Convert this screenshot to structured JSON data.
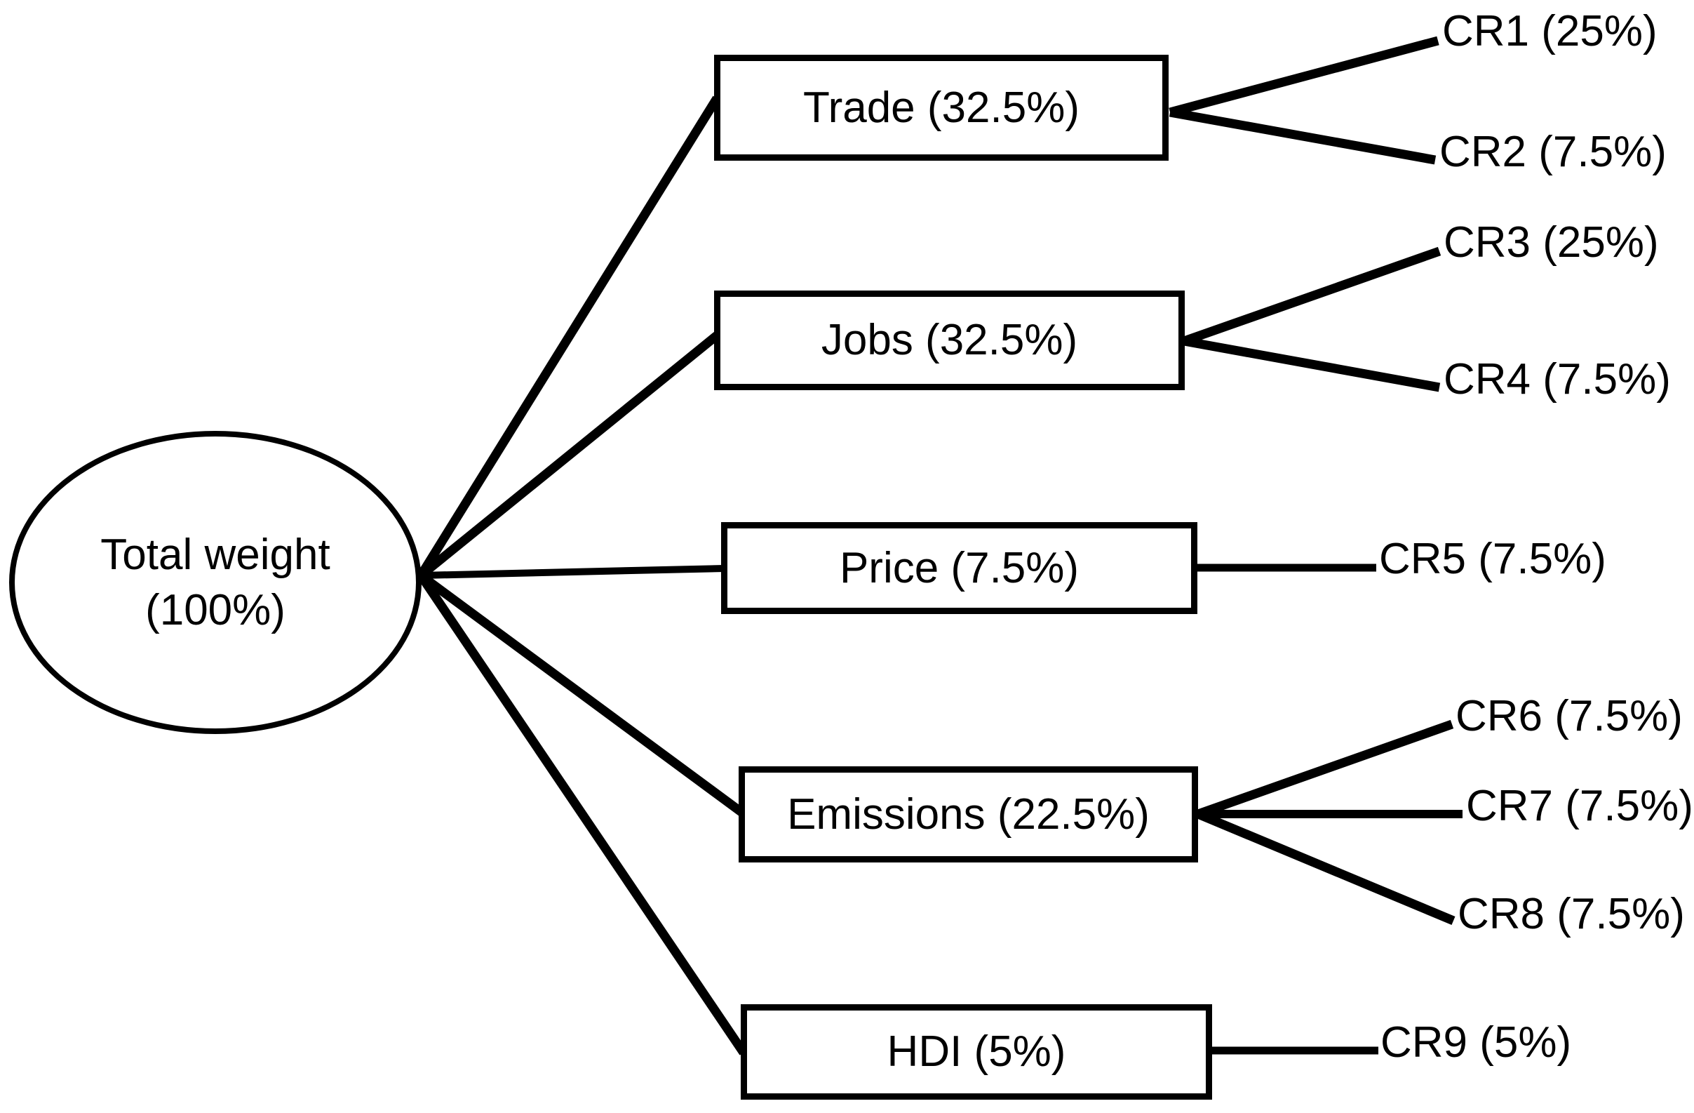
{
  "diagram": {
    "type": "weight-hierarchy-tree",
    "orientation": "left-to-right",
    "root": {
      "name": "Total weight",
      "weight": "100%",
      "line1": "Total weight",
      "line2": "(100%)",
      "shape": "ellipse"
    },
    "criteria": [
      {
        "id": "trade",
        "label": "Trade (32.5%)",
        "name": "Trade",
        "weight": "32.5%",
        "shape": "rectangle"
      },
      {
        "id": "jobs",
        "label": "Jobs (32.5%)",
        "name": "Jobs",
        "weight": "32.5%",
        "shape": "rectangle"
      },
      {
        "id": "price",
        "label": "Price (7.5%)",
        "name": "Price",
        "weight": "7.5%",
        "shape": "rectangle"
      },
      {
        "id": "emissions",
        "label": "Emissions (22.5%)",
        "name": "Emissions",
        "weight": "22.5%",
        "shape": "rectangle"
      },
      {
        "id": "hdi",
        "label": "HDI (5%)",
        "name": "HDI",
        "weight": "5%",
        "shape": "rectangle"
      }
    ],
    "sub_criteria": [
      {
        "id": "cr1",
        "label": "CR1 (25%)",
        "name": "CR1",
        "weight": "25%",
        "parent": "trade"
      },
      {
        "id": "cr2",
        "label": "CR2 (7.5%)",
        "name": "CR2",
        "weight": "7.5%",
        "parent": "trade"
      },
      {
        "id": "cr3",
        "label": "CR3 (25%)",
        "name": "CR3",
        "weight": "25%",
        "parent": "jobs"
      },
      {
        "id": "cr4",
        "label": "CR4 (7.5%)",
        "name": "CR4",
        "weight": "7.5%",
        "parent": "jobs"
      },
      {
        "id": "cr5",
        "label": "CR5 (7.5%)",
        "name": "CR5",
        "weight": "7.5%",
        "parent": "price"
      },
      {
        "id": "cr6",
        "label": "CR6 (7.5%)",
        "name": "CR6",
        "weight": "7.5%",
        "parent": "emissions"
      },
      {
        "id": "cr7",
        "label": "CR7 (7.5%)",
        "name": "CR7",
        "weight": "7.5%",
        "parent": "emissions"
      },
      {
        "id": "cr8",
        "label": "CR8 (7.5%)",
        "name": "CR8",
        "weight": "7.5%",
        "parent": "emissions"
      },
      {
        "id": "cr9",
        "label": "CR9 (5%)",
        "name": "CR9",
        "weight": "5%",
        "parent": "hdi"
      }
    ],
    "colors": {
      "background": "#ffffff",
      "stroke": "#000000",
      "text": "#000000"
    }
  }
}
